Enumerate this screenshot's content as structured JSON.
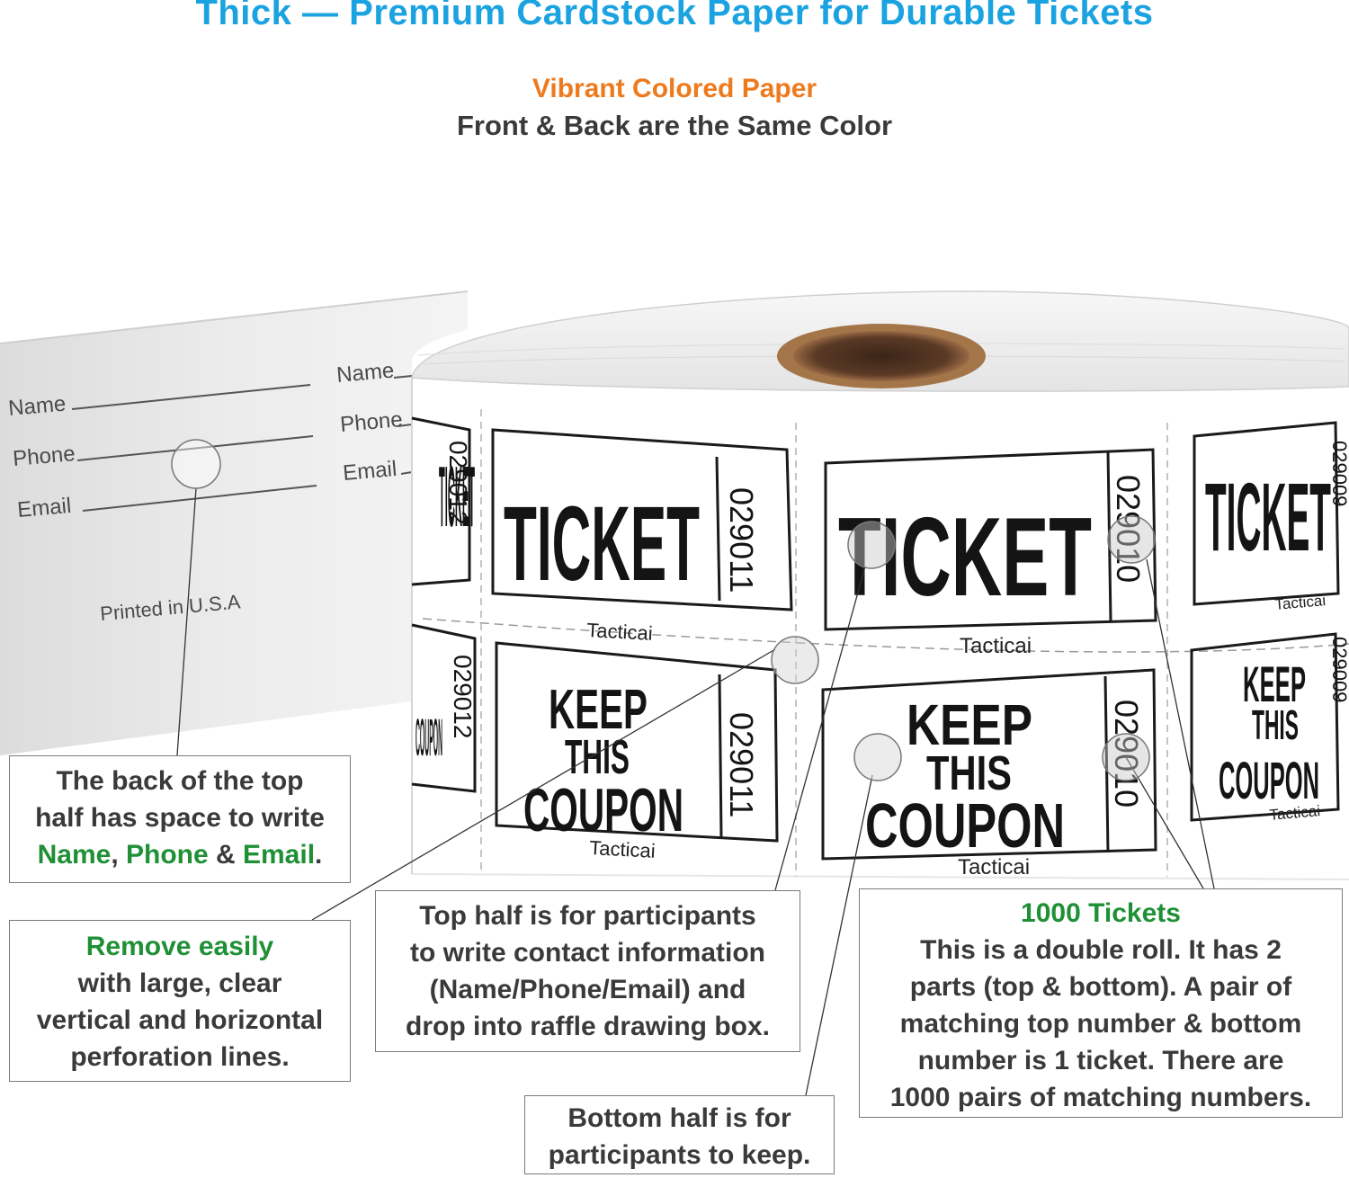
{
  "header": {
    "title": "Thick — Premium Cardstock Paper for Durable Tickets",
    "subtitle_accent": "Vibrant Colored Paper",
    "subtitle": "Front & Back are the Same Color"
  },
  "colors": {
    "title_blue": "#1aa3e0",
    "accent_orange": "#ee7a1e",
    "accent_green": "#1f9035",
    "text_gray": "#3a3a3a"
  },
  "strip": {
    "name_label": "Name",
    "phone_label": "Phone",
    "email_label": "Email",
    "printed": "Printed in U.S.A"
  },
  "roll": {
    "ticket_word": "TICKET",
    "keep_word": "KEEP",
    "this_word": "THIS",
    "coupon_word": "COUPON",
    "brand": "Tacticai",
    "numbers": [
      "029012",
      "029011",
      "029010",
      "029009"
    ]
  },
  "callouts": {
    "back": {
      "line1": "The back of the top",
      "line2": "half has space to write",
      "name": "Name",
      "sep1": ", ",
      "phone": "Phone",
      "sep2": " & ",
      "email": "Email",
      "end": "."
    },
    "remove": {
      "heading": "Remove easily",
      "line1": "with large, clear",
      "line2": "vertical and horizontal",
      "line3": "perforation lines."
    },
    "top": {
      "line1": "Top half is for participants",
      "line2": "to write contact information",
      "line3": "(Name/Phone/Email) and",
      "line4": "drop into raffle drawing box."
    },
    "bottom": {
      "line1": "Bottom half is for",
      "line2": "participants to keep."
    },
    "count": {
      "heading": "1000 Tickets",
      "line1": "This is a double roll. It has 2",
      "line2": "parts (top & bottom). A pair of",
      "line3": "matching top number & bottom",
      "line4": "number is 1 ticket. There are",
      "line5": "1000 pairs of matching numbers."
    }
  }
}
